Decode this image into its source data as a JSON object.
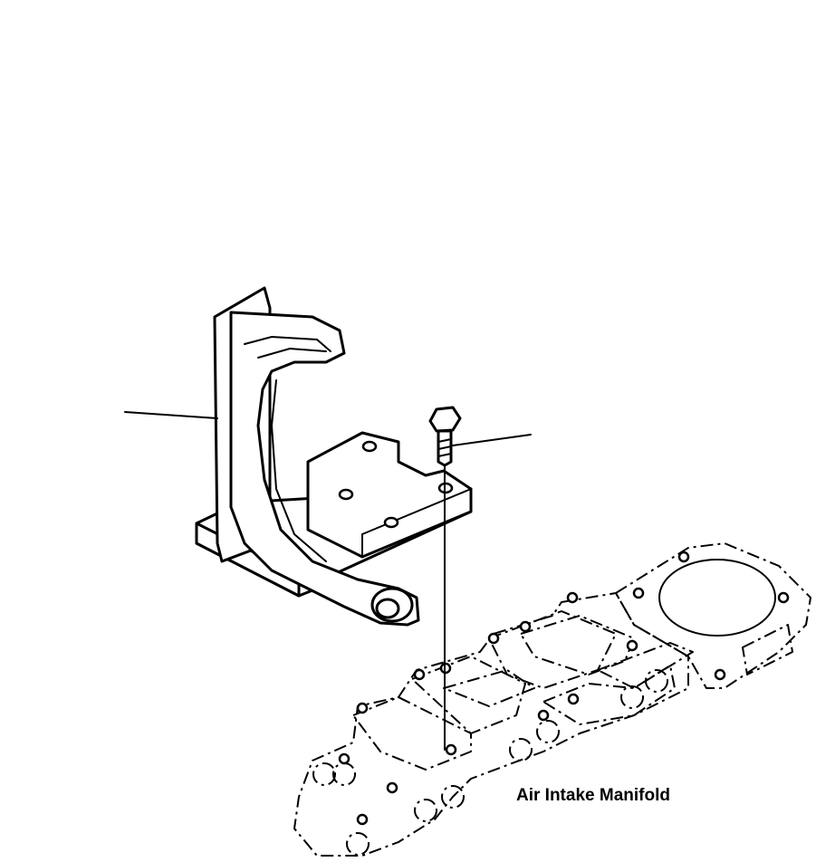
{
  "diagram": {
    "labels": {
      "manifold": "Air Intake Manifold"
    },
    "parts": [
      "bracket",
      "bolt",
      "air-intake-manifold"
    ]
  }
}
